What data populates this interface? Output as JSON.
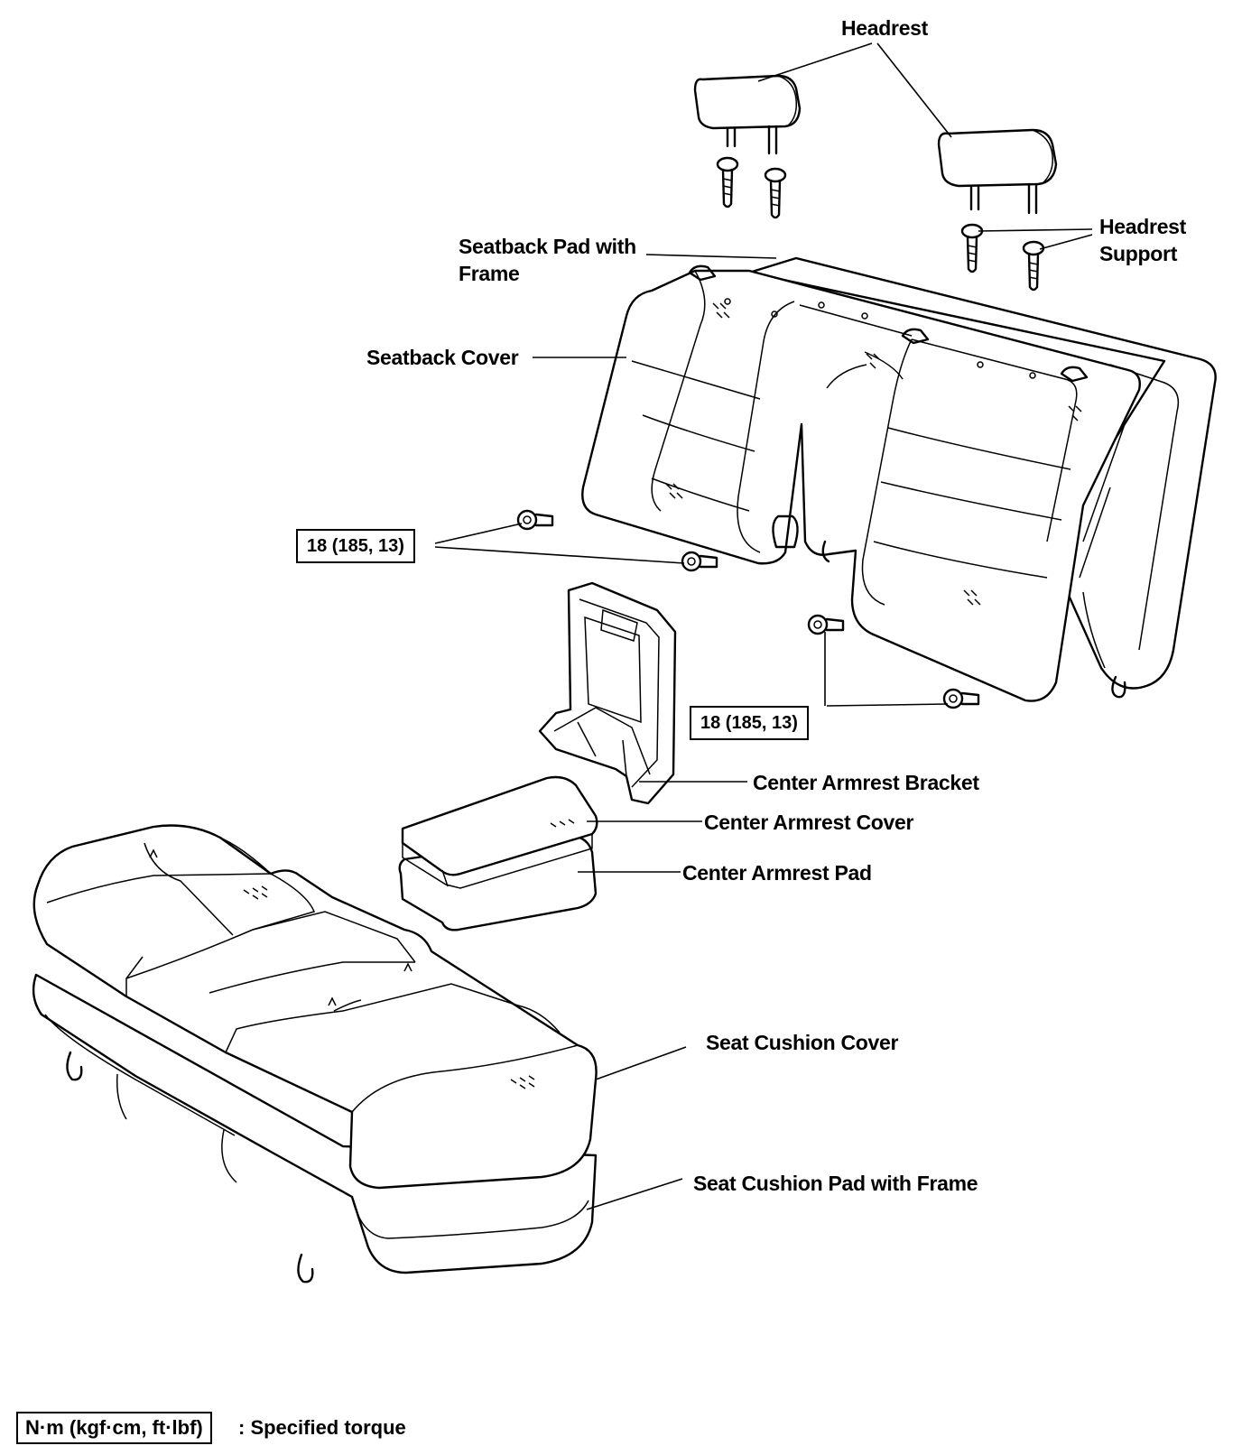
{
  "labels": {
    "headrest": "Headrest",
    "headrest_support": [
      "Headrest",
      "Support"
    ],
    "seatback_pad": [
      "Seatback Pad with",
      "Frame"
    ],
    "seatback_cover": "Seatback Cover",
    "center_armrest_bracket": "Center Armrest Bracket",
    "center_armrest_cover": "Center Armrest Cover",
    "center_armrest_pad": "Center Armrest Pad",
    "seat_cushion_cover": "Seat Cushion Cover",
    "seat_cushion_pad": "Seat Cushion Pad with Frame"
  },
  "torque": {
    "left": "18 (185,  13)",
    "right": "18 (185,  13)"
  },
  "legend": {
    "units": "N·m (kgf·cm, ft·lbf)",
    "text": ": Specified torque"
  }
}
